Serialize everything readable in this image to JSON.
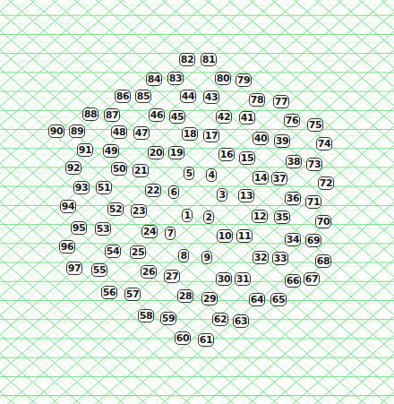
{
  "diagram": {
    "labels": [
      "1",
      "2",
      "3",
      "4",
      "5",
      "6",
      "7",
      "8",
      "9",
      "10",
      "11",
      "12",
      "13",
      "14",
      "15",
      "16",
      "17",
      "18",
      "19",
      "20",
      "21",
      "22",
      "23",
      "24",
      "25",
      "26",
      "27",
      "28",
      "29",
      "30",
      "31",
      "32",
      "33",
      "34",
      "35",
      "36",
      "37",
      "38",
      "39",
      "40",
      "41",
      "42",
      "43",
      "44",
      "45",
      "46",
      "47",
      "48",
      "49",
      "50",
      "51",
      "52",
      "53",
      "54",
      "55",
      "56",
      "57",
      "58",
      "59",
      "60",
      "61",
      "62",
      "63",
      "64",
      "65",
      "66",
      "67",
      "68",
      "69",
      "70",
      "71",
      "72",
      "73",
      "74",
      "75",
      "76",
      "77",
      "78",
      "79",
      "80",
      "81",
      "82",
      "83",
      "84",
      "85",
      "86",
      "87",
      "88",
      "89",
      "90",
      "91",
      "92",
      "93",
      "94",
      "95",
      "96",
      "97"
    ]
  }
}
